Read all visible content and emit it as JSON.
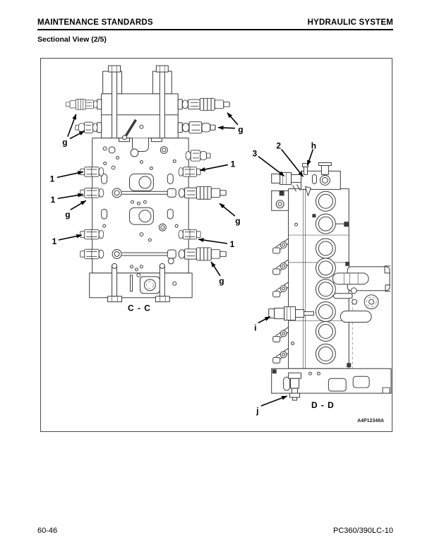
{
  "header": {
    "left": "MAINTENANCE STANDARDS",
    "right": "HYDRAULIC SYSTEM"
  },
  "subtitle": "Sectional View (2/5)",
  "figure": {
    "code": "A4P12348A",
    "view_cc": {
      "caption": "C - C"
    },
    "view_dd": {
      "caption": "D - D"
    }
  },
  "labels": {
    "n1": "1",
    "n2": "2",
    "n3": "3",
    "g": "g",
    "h": "h",
    "i": "i",
    "j": "j"
  },
  "footer": {
    "page_number": "60-46",
    "model": "PC360/390LC-10"
  }
}
